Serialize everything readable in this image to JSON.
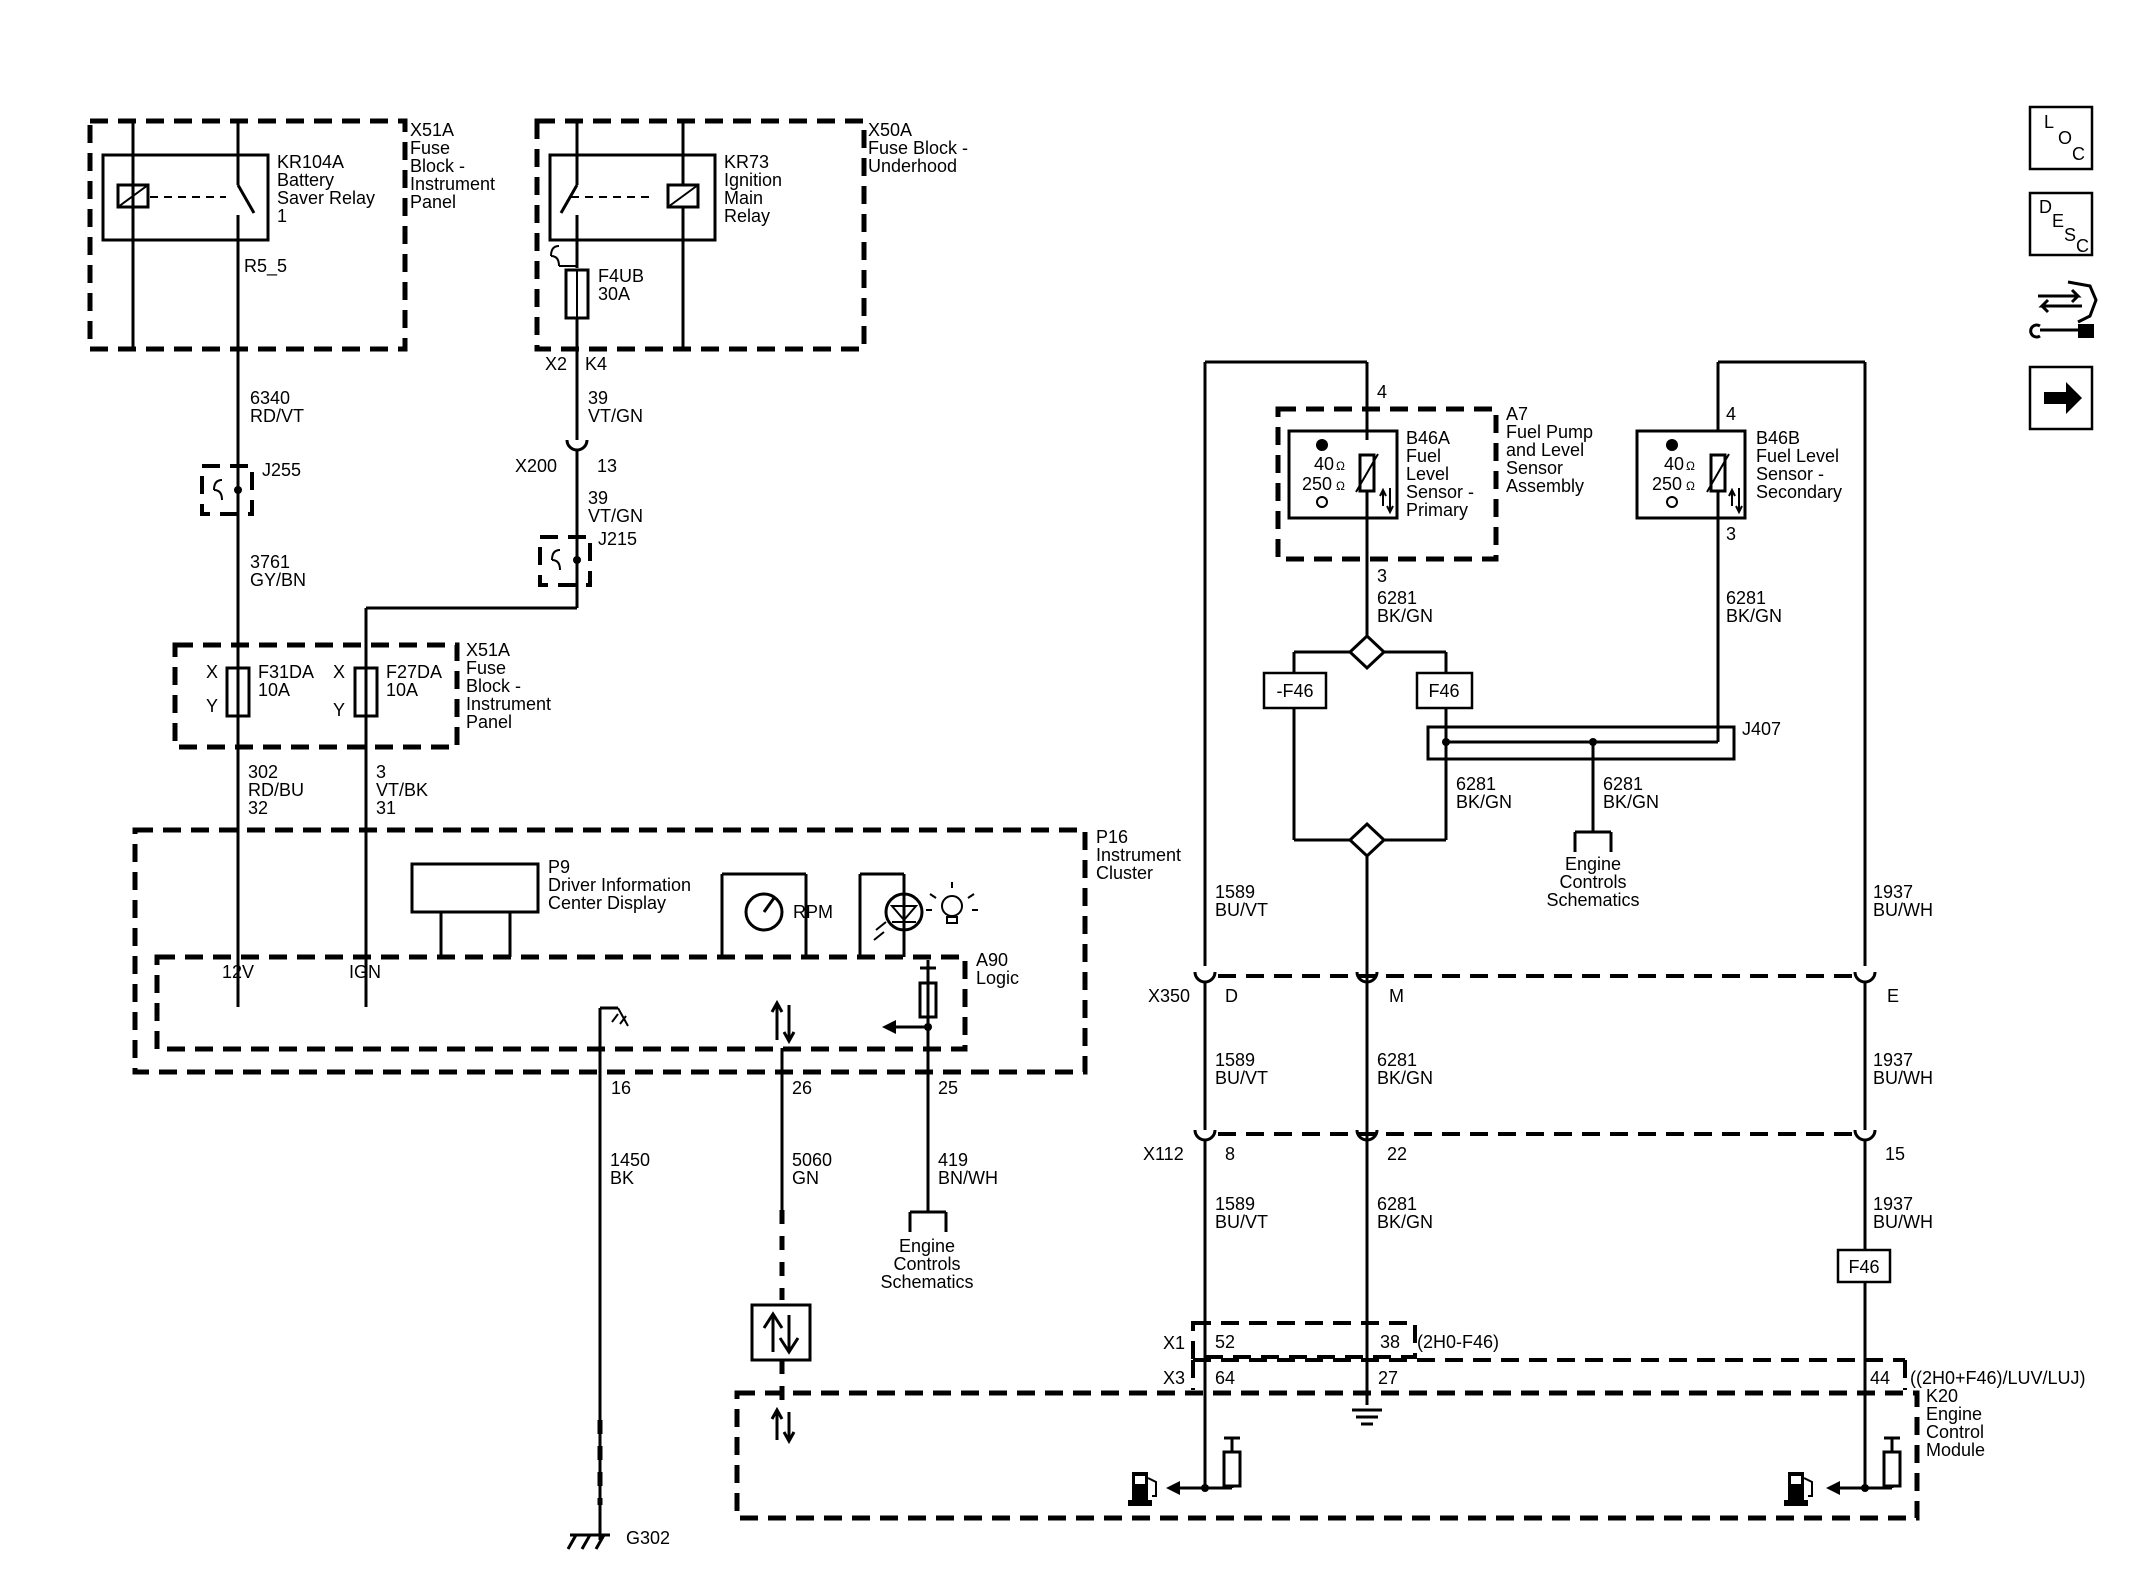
{
  "nav": {
    "loc": {
      "l1": "L",
      "l2": "O",
      "l3": "C"
    },
    "desc": {
      "l1": "D",
      "l2": "E",
      "l3": "S",
      "l4": "C"
    }
  },
  "blocks": {
    "x51a_top": {
      "id": "X51A",
      "l1": "Fuse",
      "l2": "Block -",
      "l3": "Instrument",
      "l4": "Panel"
    },
    "kr104a": {
      "id": "KR104A",
      "l1": "Battery",
      "l2": "Saver Relay",
      "l3": "1",
      "pin": "R5_5"
    },
    "x50a": {
      "id": "X50A",
      "l1": "Fuse Block -",
      "l2": "Underhood"
    },
    "kr73": {
      "id": "KR73",
      "l1": "Ignition",
      "l2": "Main",
      "l3": "Relay"
    },
    "f4ub": {
      "id": "F4UB",
      "rating": "30A",
      "pin_a": "X2",
      "pin_b": "K4"
    },
    "x51a_mid": {
      "id": "X51A",
      "l1": "Fuse",
      "l2": "Block -",
      "l3": "Instrument",
      "l4": "Panel"
    },
    "f31da": {
      "id": "F31DA",
      "rating": "10A",
      "x": "X",
      "y": "Y"
    },
    "f27da": {
      "id": "F27DA",
      "rating": "10A",
      "x": "X",
      "y": "Y"
    },
    "p16": {
      "id": "P16",
      "l1": "Instrument",
      "l2": "Cluster"
    },
    "p9": {
      "id": "P9",
      "l1": "Driver Information",
      "l2": "Center Display"
    },
    "rpm": "RPM",
    "a90": {
      "id": "A90",
      "l1": "Logic",
      "v12": "12V",
      "ign": "IGN"
    },
    "a7": {
      "id": "A7",
      "l1": "Fuel Pump",
      "l2": "and Level",
      "l3": "Sensor",
      "l4": "Assembly"
    },
    "b46a": {
      "id": "B46A",
      "l1": "Fuel",
      "l2": "Level",
      "l3": "Sensor -",
      "l4": "Primary",
      "r40": "40",
      "r250": "250",
      "ohm": "Ω",
      "pin_top": "4",
      "pin_bot": "3"
    },
    "b46b": {
      "id": "B46B",
      "l1": "Fuel Level",
      "l2": "Sensor -",
      "l3": "Secondary",
      "r40": "40",
      "r250": "250",
      "ohm": "Ω",
      "pin_top": "4",
      "pin_bot": "3"
    },
    "k20": {
      "id": "K20",
      "l1": "Engine",
      "l2": "Control",
      "l3": "Module"
    },
    "ecs_1": {
      "l1": "Engine",
      "l2": "Controls",
      "l3": "Schematics"
    },
    "ecs_2": {
      "l1": "Engine",
      "l2": "Controls",
      "l3": "Schematics"
    }
  },
  "wires": {
    "w6340": {
      "num": "6340",
      "color": "RD/VT"
    },
    "w3761": {
      "num": "3761",
      "color": "GY/BN"
    },
    "w39a": {
      "num": "39",
      "color": "VT/GN"
    },
    "w39b": {
      "num": "39",
      "color": "VT/GN"
    },
    "w302": {
      "num": "302",
      "color": "RD/BU",
      "pin": "32"
    },
    "w3": {
      "num": "3",
      "color": "VT/BK",
      "pin": "31"
    },
    "w1450": {
      "num": "1450",
      "color": "BK",
      "pin": "16"
    },
    "w5060": {
      "num": "5060",
      "color": "GN",
      "pin": "26"
    },
    "w419": {
      "num": "419",
      "color": "BN/WH",
      "pin": "25"
    },
    "w6281_a": {
      "num": "6281",
      "color": "BK/GN"
    },
    "w6281_b": {
      "num": "6281",
      "color": "BK/GN"
    },
    "w6281_c": {
      "num": "6281",
      "color": "BK/GN"
    },
    "w6281_d": {
      "num": "6281",
      "color": "BK/GN"
    },
    "w6281_e": {
      "num": "6281",
      "color": "BK/GN"
    },
    "w6281_f": {
      "num": "6281",
      "color": "BK/GN"
    },
    "w1589_a": {
      "num": "1589",
      "color": "BU/VT"
    },
    "w1589_b": {
      "num": "1589",
      "color": "BU/VT"
    },
    "w1589_c": {
      "num": "1589",
      "color": "BU/VT"
    },
    "w1937_a": {
      "num": "1937",
      "color": "BU/WH"
    },
    "w1937_b": {
      "num": "1937",
      "color": "BU/WH"
    },
    "w1937_c": {
      "num": "1937",
      "color": "BU/WH"
    }
  },
  "splices": {
    "j255": "J255",
    "j215": "J215",
    "j407": "J407",
    "g302": "G302"
  },
  "connectors": {
    "x200": {
      "id": "X200",
      "pin": "13"
    },
    "x350": {
      "id": "X350",
      "d": "D",
      "m": "M",
      "e": "E"
    },
    "x112": {
      "id": "X112",
      "p8": "8",
      "p22": "22",
      "p15": "15"
    },
    "x1": {
      "id": "X1",
      "p52": "52",
      "p38": "38",
      "note": "(2H0-F46)"
    },
    "x3": {
      "id": "X3",
      "p64": "64",
      "p27": "27",
      "p44": "44",
      "note": "((2H0+F46)/LUV/LUJ)"
    }
  },
  "options": {
    "neg_f46": "-F46",
    "f46_a": "F46",
    "f46_b": "F46"
  }
}
